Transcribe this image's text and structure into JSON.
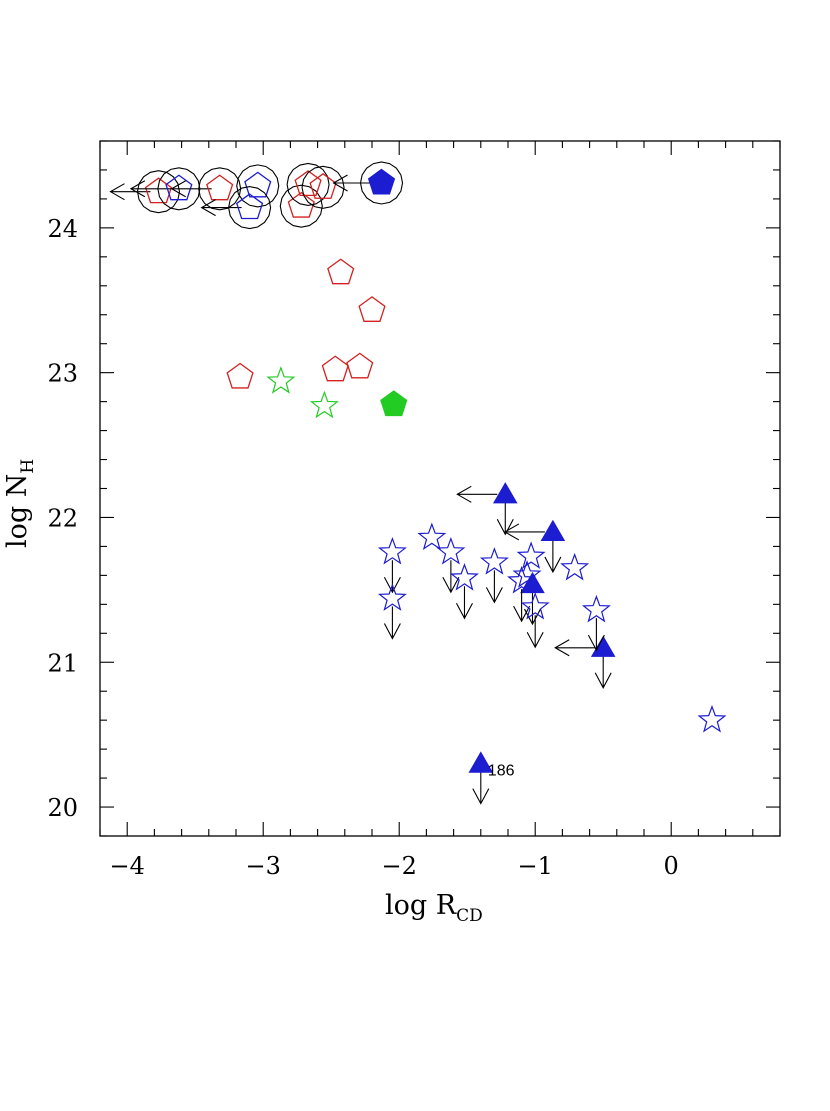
{
  "chart_data": {
    "type": "scatter",
    "xlabel": "log R",
    "xlabel_sub": "CD",
    "ylabel": "log N",
    "ylabel_sub": "H",
    "xlim": [
      -4.2,
      0.8
    ],
    "ylim": [
      19.8,
      24.6
    ],
    "x_ticks": [
      -4,
      -3,
      -2,
      -1,
      0
    ],
    "x_tick_labels": [
      "−4",
      "−3",
      "−2",
      "−1",
      "0"
    ],
    "y_ticks": [
      20,
      21,
      22,
      23,
      24
    ],
    "y_tick_labels": [
      "20",
      "21",
      "22",
      "23",
      "24"
    ],
    "grid": false,
    "colors": {
      "red": "#d42020",
      "blue": "#1c1cd0",
      "green": "#22cc22",
      "black": "#000000"
    },
    "points": [
      {
        "x": -3.77,
        "y": 24.25,
        "shape": "pentagon",
        "color": "red",
        "fill": false,
        "circled": true,
        "left_limit": true
      },
      {
        "x": -3.62,
        "y": 24.27,
        "shape": "pentagon",
        "color": "blue",
        "fill": false,
        "circled": true,
        "left_limit": true
      },
      {
        "x": -3.32,
        "y": 24.27,
        "shape": "pentagon",
        "color": "red",
        "fill": false,
        "circled": true,
        "left_limit": true
      },
      {
        "x": -3.04,
        "y": 24.29,
        "shape": "pentagon",
        "color": "blue",
        "fill": false,
        "circled": true
      },
      {
        "x": -3.1,
        "y": 24.14,
        "shape": "pentagon",
        "color": "blue",
        "fill": false,
        "circled": true,
        "left_limit": true
      },
      {
        "x": -2.72,
        "y": 24.15,
        "shape": "pentagon",
        "color": "red",
        "fill": false,
        "circled": true
      },
      {
        "x": -2.67,
        "y": 24.3,
        "shape": "pentagon",
        "color": "red",
        "fill": false,
        "circled": true
      },
      {
        "x": -2.56,
        "y": 24.28,
        "shape": "pentagon",
        "color": "red",
        "fill": false,
        "circled": true
      },
      {
        "x": -2.13,
        "y": 24.31,
        "shape": "pentagon",
        "color": "blue",
        "fill": true,
        "circled": true,
        "left_limit": true
      },
      {
        "x": -2.43,
        "y": 23.69,
        "shape": "pentagon",
        "color": "red",
        "fill": false
      },
      {
        "x": -2.2,
        "y": 23.43,
        "shape": "pentagon",
        "color": "red",
        "fill": false
      },
      {
        "x": -3.17,
        "y": 22.97,
        "shape": "pentagon",
        "color": "red",
        "fill": false
      },
      {
        "x": -2.47,
        "y": 23.02,
        "shape": "pentagon",
        "color": "red",
        "fill": false
      },
      {
        "x": -2.29,
        "y": 23.04,
        "shape": "pentagon",
        "color": "red",
        "fill": false
      },
      {
        "x": -2.04,
        "y": 22.78,
        "shape": "pentagon",
        "color": "green",
        "fill": true
      },
      {
        "x": -2.87,
        "y": 22.94,
        "shape": "star",
        "color": "green",
        "fill": false
      },
      {
        "x": -2.55,
        "y": 22.77,
        "shape": "star",
        "color": "green",
        "fill": false
      },
      {
        "x": -1.22,
        "y": 22.16,
        "shape": "triangle",
        "color": "blue",
        "fill": true,
        "down_limit": true,
        "left_limit": true
      },
      {
        "x": -0.87,
        "y": 21.9,
        "shape": "triangle",
        "color": "blue",
        "fill": true,
        "down_limit": true,
        "left_limit": true
      },
      {
        "x": -1.02,
        "y": 21.54,
        "shape": "triangle",
        "color": "blue",
        "fill": true,
        "down_limit": true
      },
      {
        "x": -0.5,
        "y": 21.1,
        "shape": "triangle",
        "color": "blue",
        "fill": true,
        "down_limit": true,
        "left_limit": true
      },
      {
        "x": -1.4,
        "y": 20.3,
        "shape": "triangle",
        "color": "blue",
        "fill": true,
        "down_limit": true,
        "label": "186"
      },
      {
        "x": -2.05,
        "y": 21.76,
        "shape": "star",
        "color": "blue",
        "fill": false,
        "down_limit": true
      },
      {
        "x": -2.05,
        "y": 21.44,
        "shape": "star",
        "color": "blue",
        "fill": false,
        "down_limit": true
      },
      {
        "x": -1.76,
        "y": 21.86,
        "shape": "star",
        "color": "blue",
        "fill": false
      },
      {
        "x": -1.62,
        "y": 21.76,
        "shape": "star",
        "color": "blue",
        "fill": false,
        "down_limit": true
      },
      {
        "x": -1.52,
        "y": 21.58,
        "shape": "star",
        "color": "blue",
        "fill": false,
        "down_limit": true
      },
      {
        "x": -1.3,
        "y": 21.69,
        "shape": "star",
        "color": "blue",
        "fill": false,
        "down_limit": true
      },
      {
        "x": -1.1,
        "y": 21.56,
        "shape": "star",
        "color": "blue",
        "fill": false,
        "down_limit": true
      },
      {
        "x": -1.06,
        "y": 21.6,
        "shape": "star",
        "color": "blue",
        "fill": false
      },
      {
        "x": -1.03,
        "y": 21.73,
        "shape": "star",
        "color": "blue",
        "fill": false
      },
      {
        "x": -1.0,
        "y": 21.38,
        "shape": "star",
        "color": "blue",
        "fill": false,
        "down_limit": true
      },
      {
        "x": -0.71,
        "y": 21.65,
        "shape": "star",
        "color": "blue",
        "fill": false
      },
      {
        "x": -0.55,
        "y": 21.36,
        "shape": "star",
        "color": "blue",
        "fill": false,
        "down_limit": true
      },
      {
        "x": 0.3,
        "y": 20.6,
        "shape": "star",
        "color": "blue",
        "fill": false
      }
    ]
  }
}
